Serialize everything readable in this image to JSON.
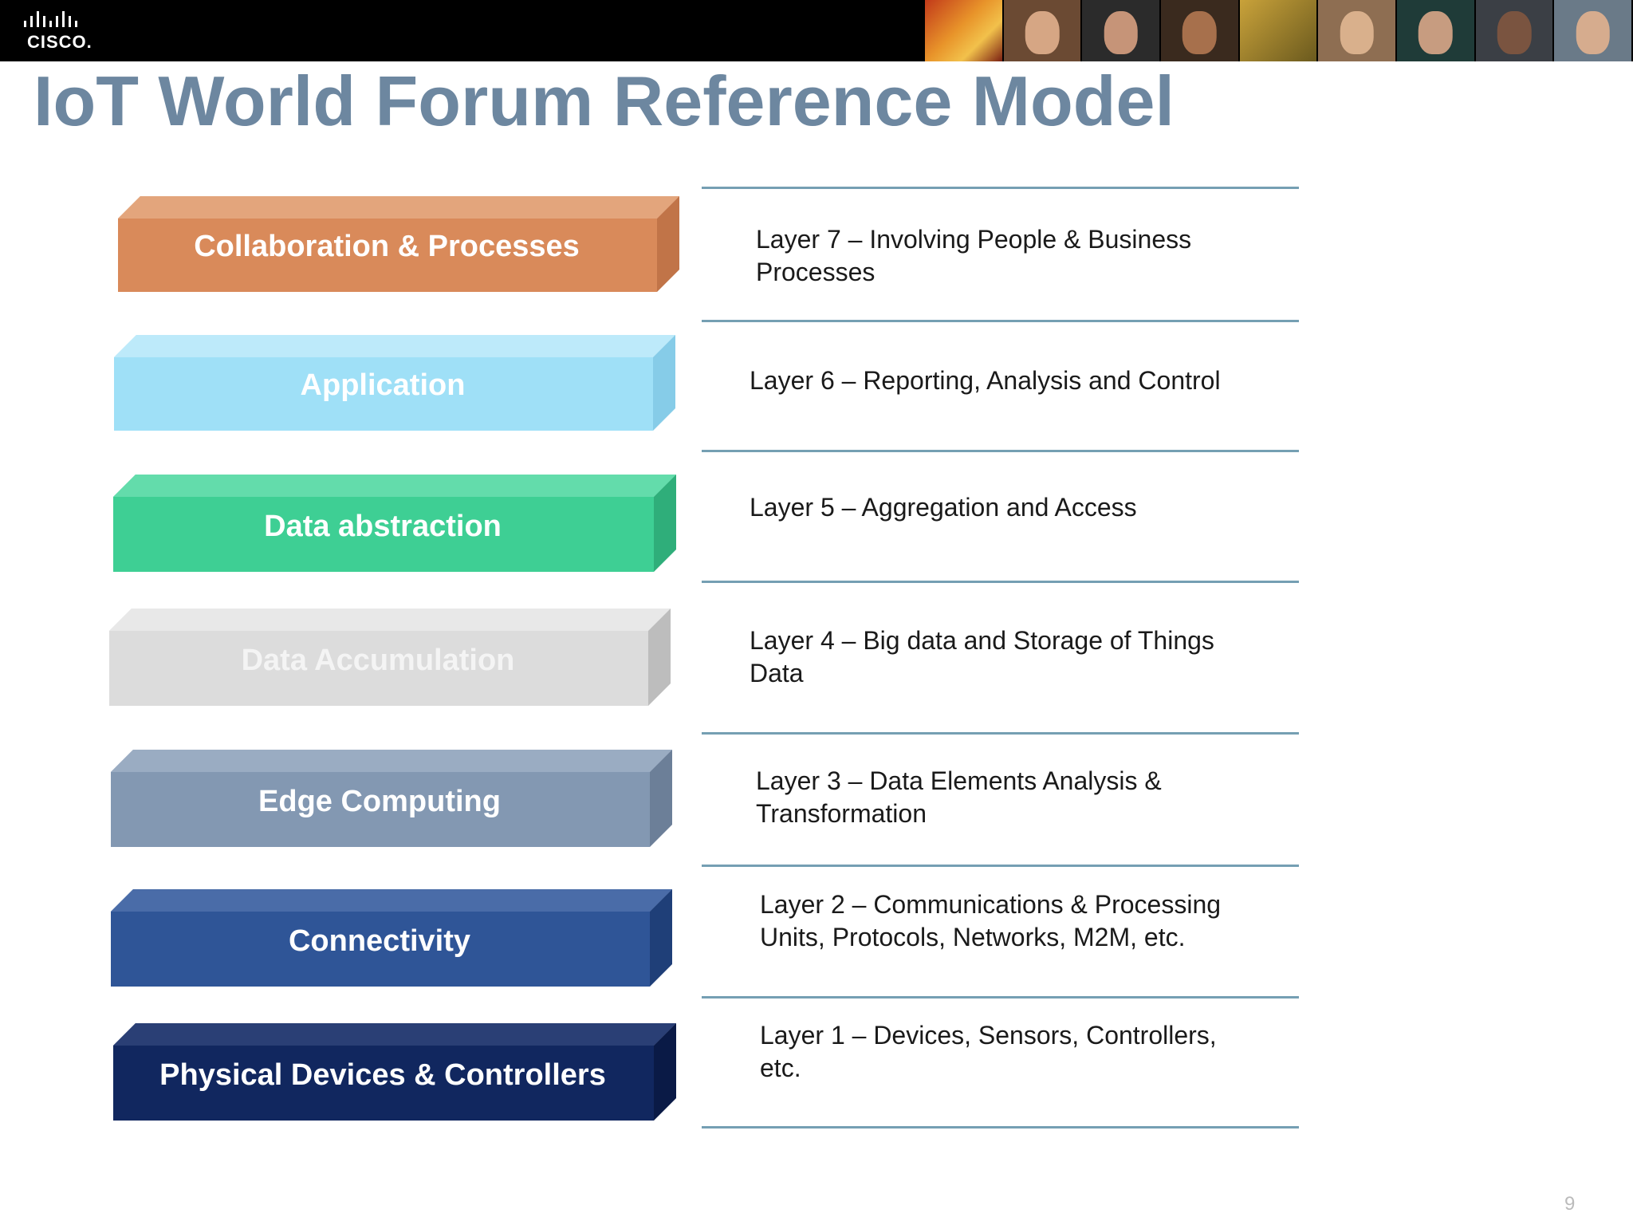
{
  "header": {
    "brand": "CISCO."
  },
  "title": "IoT World Forum Reference Model",
  "layers": [
    {
      "label": "Collaboration & Processes",
      "desc_line1": "Layer 7 – Involving People & Business",
      "desc_line2": "Processes",
      "color": "#d98a5a",
      "top_color": "#e3a57c",
      "side_color": "#c17448",
      "text_color": "#ffffff"
    },
    {
      "label": "Application",
      "desc_line1": "Layer 6 – Reporting, Analysis and Control",
      "desc_line2": "",
      "color": "#9fe0f7",
      "top_color": "#bdeafa",
      "side_color": "#86cce8",
      "text_color": "#ffffff"
    },
    {
      "label": "Data abstraction",
      "desc_line1": "Layer 5 – Aggregation and Access",
      "desc_line2": "",
      "color": "#3ecf94",
      "top_color": "#63dcab",
      "side_color": "#2fae7a",
      "text_color": "#ffffff"
    },
    {
      "label": "Data Accumulation",
      "desc_line1": "Layer 4 – Big data and Storage of Things",
      "desc_line2": "Data",
      "color": "#dcdcdc",
      "top_color": "#e8e8e8",
      "side_color": "#bdbdbd",
      "text_color": "#f4f4f4"
    },
    {
      "label": "Edge Computing",
      "desc_line1": "Layer 3 – Data Elements Analysis &",
      "desc_line2": "Transformation",
      "color": "#8398b2",
      "top_color": "#9aacc2",
      "side_color": "#6c7f98",
      "text_color": "#ffffff"
    },
    {
      "label": "Connectivity",
      "desc_line1": "Layer 2 – Communications & Processing",
      "desc_line2": "Units, Protocols, Networks, M2M, etc.",
      "color": "#2f5597",
      "top_color": "#4a6ca8",
      "side_color": "#1f3f78",
      "text_color": "#ffffff"
    },
    {
      "label": "Physical Devices & Controllers",
      "desc_line1": "Layer 1 – Devices, Sensors, Controllers,",
      "desc_line2": "etc.",
      "color": "#11275f",
      "top_color": "#2a3f75",
      "side_color": "#0a1a46",
      "text_color": "#ffffff"
    }
  ],
  "page_number": "9"
}
